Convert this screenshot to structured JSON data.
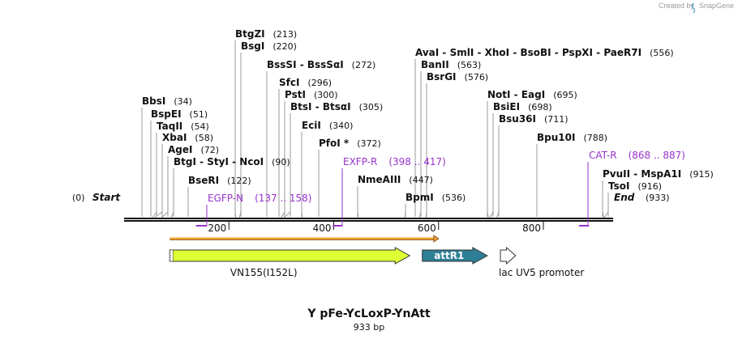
{
  "credit": {
    "prefix": "Created by",
    "brand": "SnapGene"
  },
  "title": "Y pFe-YcLoxP-YnAtt",
  "subtitle": "933 bp",
  "sequence": {
    "length": 933,
    "start_label": "Start",
    "end_label": "End",
    "start_pos": "(0)",
    "end_pos": "(933)"
  },
  "ruler": {
    "ticks": [
      200,
      400,
      600,
      800
    ]
  },
  "enzymes": [
    {
      "label": "BbsI",
      "pos": "(34)",
      "site": 34
    },
    {
      "label": "BspEI",
      "pos": "(51)",
      "site": 51
    },
    {
      "label": "TaqII",
      "pos": "(54)",
      "site": 54
    },
    {
      "label": "XbaI",
      "pos": "(58)",
      "site": 58
    },
    {
      "label": "AgeI",
      "pos": "(72)",
      "site": 72
    },
    {
      "label": "BtgI  -  StyI  -  NcoI",
      "pos": "(90)",
      "site": 90
    },
    {
      "label": "BseRI",
      "pos": "(122)",
      "site": 122
    },
    {
      "label": "BtgZI",
      "pos": "(213)",
      "site": 213
    },
    {
      "label": "BsgI",
      "pos": "(220)",
      "site": 220
    },
    {
      "label": "BssSI  -  BssSαI",
      "pos": "(272)",
      "site": 272
    },
    {
      "label": "SfcI",
      "pos": "(296)",
      "site": 296
    },
    {
      "label": "PstI",
      "pos": "(300)",
      "site": 300
    },
    {
      "label": "BtsI  -  BtsαI",
      "pos": "(305)",
      "site": 305
    },
    {
      "label": "EciI",
      "pos": "(340)",
      "site": 340
    },
    {
      "label": "PfoI *",
      "pos": "(372)",
      "site": 372
    },
    {
      "label": "NmeAIII",
      "pos": "(447)",
      "site": 447
    },
    {
      "label": "BpmI",
      "pos": "(536)",
      "site": 536
    },
    {
      "label": "AvaI  -  SmlI  -  XhoI  -  BsoBI  -  PspXI  -  PaeR7I",
      "pos": "(556)",
      "site": 556
    },
    {
      "label": "BanII",
      "pos": "(563)",
      "site": 563
    },
    {
      "label": "BsrGI",
      "pos": "(576)",
      "site": 576
    },
    {
      "label": "NotI  -  EagI",
      "pos": "(695)",
      "site": 695
    },
    {
      "label": "BsiEI",
      "pos": "(698)",
      "site": 698
    },
    {
      "label": "Bsu36I",
      "pos": "(711)",
      "site": 711
    },
    {
      "label": "Bpu10I",
      "pos": "(788)",
      "site": 788
    },
    {
      "label": "PvuII  -  MspA1I",
      "pos": "(915)",
      "site": 915
    },
    {
      "label": "TsoI",
      "pos": "(916)",
      "site": 916
    }
  ],
  "primers": [
    {
      "label": "EGFP-N",
      "pos": "(137 .. 158)",
      "start": 137,
      "end": 158,
      "strand": "-"
    },
    {
      "label": "EXFP-R",
      "pos": "(398 .. 417)",
      "start": 398,
      "end": 417,
      "strand": "-"
    },
    {
      "label": "CAT-R",
      "pos": "(868 .. 887)",
      "start": 868,
      "end": 887,
      "strand": "-"
    }
  ],
  "features": [
    {
      "label": "VN155(I152L)",
      "start": 87,
      "end": 545,
      "color": "#ddff33"
    },
    {
      "label": "attR1",
      "start": 569,
      "end": 693,
      "color": "#2e7f96"
    },
    {
      "label": "lac UV5 promoter",
      "start": 718,
      "end": 747,
      "color": "#ffffff"
    }
  ],
  "orf": {
    "start": 87,
    "end": 600,
    "color": "#f0a033"
  }
}
